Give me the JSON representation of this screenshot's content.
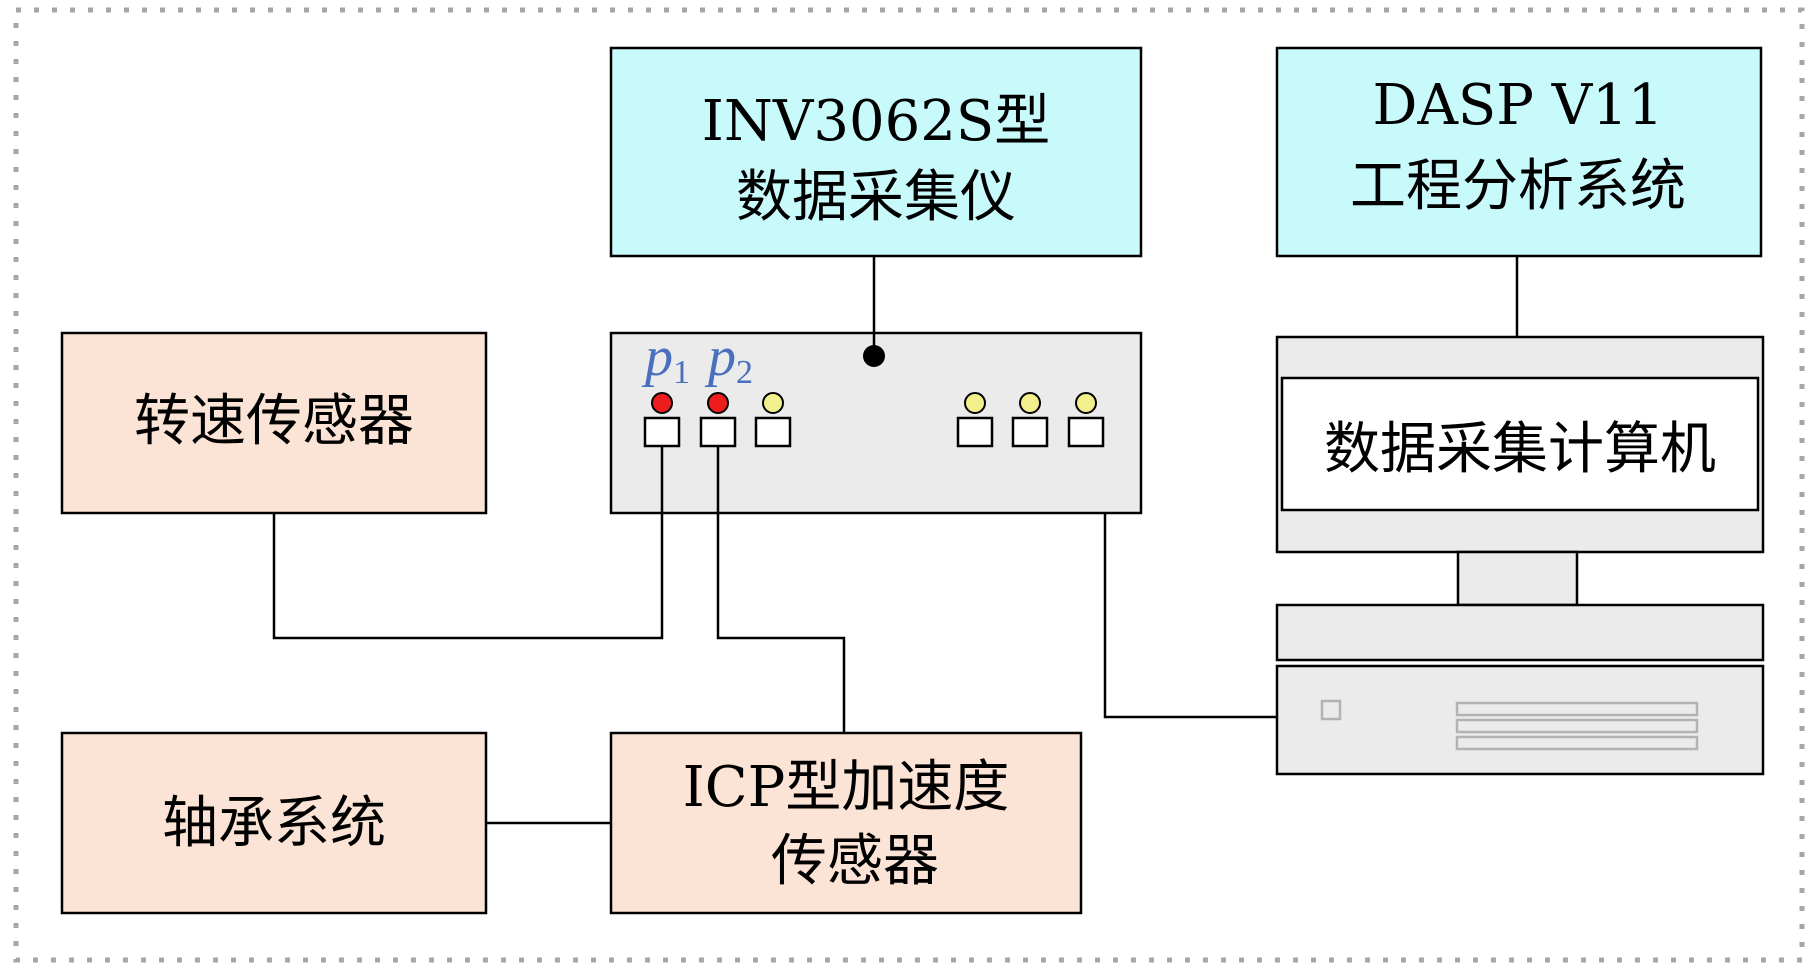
{
  "colors": {
    "software_box": "#c8fafc",
    "sensor_box": "#fbe4d5",
    "hardware_box": "#ebebeb",
    "line": "#000000",
    "port_red": "#ee1c1c",
    "port_yellow": "#f2f08c",
    "port_label": "#4a6fbf",
    "frame_dots": "#a6a6a6"
  },
  "inv_box": {
    "line1": "INV3062S型",
    "line2": "数据采集仪"
  },
  "dasp_box": {
    "line1": "DASP V11",
    "line2": "工程分析系统"
  },
  "speed_sensor": {
    "label": "转速传感器"
  },
  "bearing_system": {
    "label": "轴承系统"
  },
  "icp_sensor": {
    "line1": "ICP型加速度",
    "line2": "传感器"
  },
  "computer": {
    "screen_label": "数据采集计算机"
  },
  "ports": {
    "p1": {
      "letter": "p",
      "subscript": "1"
    },
    "p2": {
      "letter": "p",
      "subscript": "2"
    }
  },
  "icons": [
    "data-acquisition-device-icon",
    "computer-icon"
  ]
}
